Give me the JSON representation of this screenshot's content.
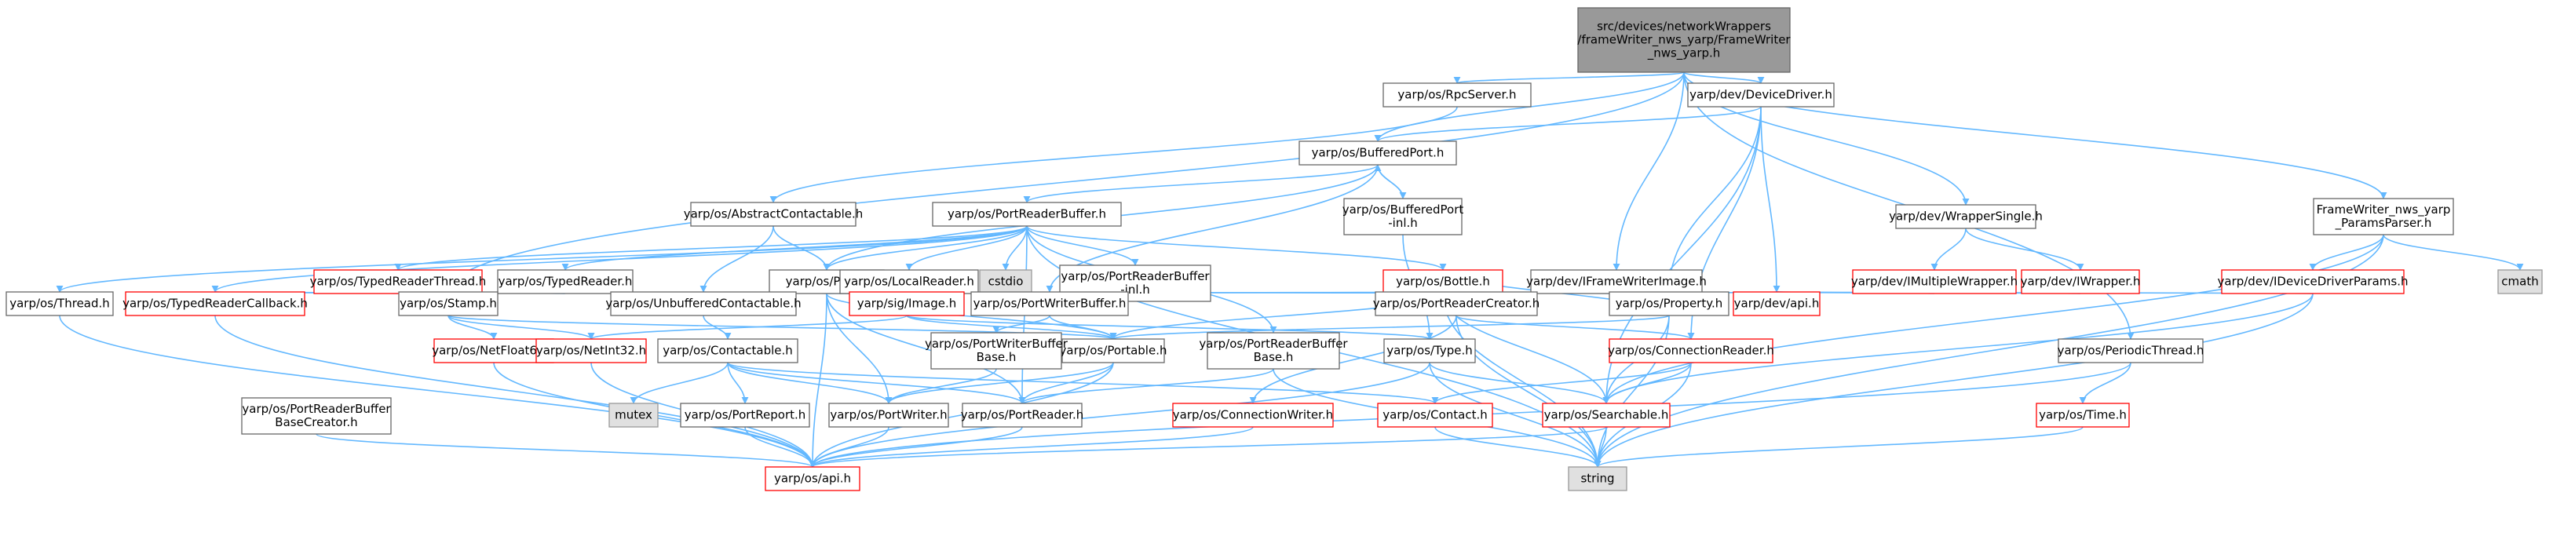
{
  "colors": {
    "edge": "#63b8ff",
    "node_border": "#666666",
    "node_fill": "#ffffff",
    "missing_border": "#ff0000",
    "external_fill": "#e0e0e0",
    "external_border": "#999999",
    "root_fill": "#999999",
    "text": "#000000"
  },
  "nodes": [
    {
      "id": "root",
      "kind": "root",
      "lines": [
        "src/devices/networkWrappers",
        "/frameWriter_nws_yarp/FrameWriter",
        "_nws_yarp.h"
      ]
    },
    {
      "id": "rpcserver",
      "kind": "normal",
      "lines": [
        "yarp/os/RpcServer.h"
      ]
    },
    {
      "id": "devicedriver",
      "kind": "normal",
      "lines": [
        "yarp/dev/DeviceDriver.h"
      ]
    },
    {
      "id": "bufferedport",
      "kind": "normal",
      "lines": [
        "yarp/os/BufferedPort.h"
      ]
    },
    {
      "id": "bufferedportinl",
      "kind": "normal",
      "lines": [
        "yarp/os/BufferedPort",
        "-inl.h"
      ]
    },
    {
      "id": "abstractcontactable",
      "kind": "normal",
      "lines": [
        "yarp/os/AbstractContactable.h"
      ]
    },
    {
      "id": "portreaderbuffer",
      "kind": "normal",
      "lines": [
        "yarp/os/PortReaderBuffer.h"
      ]
    },
    {
      "id": "wrappersingle",
      "kind": "normal",
      "lines": [
        "yarp/dev/WrapperSingle.h"
      ]
    },
    {
      "id": "paramsparser",
      "kind": "normal",
      "lines": [
        "FrameWriter_nws_yarp",
        "_ParamsParser.h"
      ]
    },
    {
      "id": "typedreaderthread",
      "kind": "missing",
      "lines": [
        "yarp/os/TypedReaderThread.h"
      ]
    },
    {
      "id": "typedreader",
      "kind": "normal",
      "lines": [
        "yarp/os/TypedReader.h"
      ]
    },
    {
      "id": "port",
      "kind": "normal",
      "lines": [
        "yarp/os/Port.h"
      ]
    },
    {
      "id": "localreader",
      "kind": "normal",
      "lines": [
        "yarp/os/LocalReader.h"
      ]
    },
    {
      "id": "cstdio",
      "kind": "external",
      "lines": [
        "cstdio"
      ]
    },
    {
      "id": "prbinl",
      "kind": "normal",
      "lines": [
        "yarp/os/PortReaderBuffer",
        "-inl.h"
      ]
    },
    {
      "id": "bottle",
      "kind": "missing",
      "lines": [
        "yarp/os/Bottle.h"
      ]
    },
    {
      "id": "iframewriterimage",
      "kind": "normal",
      "lines": [
        "yarp/dev/IFrameWriterImage.h"
      ]
    },
    {
      "id": "imultiplewrapper",
      "kind": "missing",
      "lines": [
        "yarp/dev/IMultipleWrapper.h"
      ]
    },
    {
      "id": "iwrapper",
      "kind": "missing",
      "lines": [
        "yarp/dev/IWrapper.h"
      ]
    },
    {
      "id": "ideviceparams",
      "kind": "missing",
      "lines": [
        "yarp/dev/IDeviceDriverParams.h"
      ]
    },
    {
      "id": "cmath",
      "kind": "external",
      "lines": [
        "cmath"
      ]
    },
    {
      "id": "thread",
      "kind": "normal",
      "lines": [
        "yarp/os/Thread.h"
      ]
    },
    {
      "id": "typedreadercallback",
      "kind": "missing",
      "lines": [
        "yarp/os/TypedReaderCallback.h"
      ]
    },
    {
      "id": "stamp",
      "kind": "normal",
      "lines": [
        "yarp/os/Stamp.h"
      ]
    },
    {
      "id": "unbufferedcontactable",
      "kind": "normal",
      "lines": [
        "yarp/os/UnbufferedContactable.h"
      ]
    },
    {
      "id": "image",
      "kind": "missing",
      "lines": [
        "yarp/sig/Image.h"
      ]
    },
    {
      "id": "portwriterbuffer",
      "kind": "normal",
      "lines": [
        "yarp/os/PortWriterBuffer.h"
      ]
    },
    {
      "id": "portreadercreator",
      "kind": "normal",
      "lines": [
        "yarp/os/PortReaderCreator.h"
      ]
    },
    {
      "id": "property",
      "kind": "normal",
      "lines": [
        "yarp/os/Property.h"
      ]
    },
    {
      "id": "devapi",
      "kind": "missing",
      "lines": [
        "yarp/dev/api.h"
      ]
    },
    {
      "id": "netfloat64",
      "kind": "missing",
      "lines": [
        "yarp/os/NetFloat64.h"
      ]
    },
    {
      "id": "netint32",
      "kind": "missing",
      "lines": [
        "yarp/os/NetInt32.h"
      ]
    },
    {
      "id": "contactable",
      "kind": "normal",
      "lines": [
        "yarp/os/Contactable.h"
      ]
    },
    {
      "id": "portable",
      "kind": "normal",
      "lines": [
        "yarp/os/Portable.h"
      ]
    },
    {
      "id": "pwbbase",
      "kind": "normal",
      "lines": [
        "yarp/os/PortWriterBuffer",
        "Base.h"
      ]
    },
    {
      "id": "prbbase",
      "kind": "normal",
      "lines": [
        "yarp/os/PortReaderBuffer",
        "Base.h"
      ]
    },
    {
      "id": "type",
      "kind": "normal",
      "lines": [
        "yarp/os/Type.h"
      ]
    },
    {
      "id": "connectionreader",
      "kind": "missing",
      "lines": [
        "yarp/os/ConnectionReader.h"
      ]
    },
    {
      "id": "periodicthread",
      "kind": "normal",
      "lines": [
        "yarp/os/PeriodicThread.h"
      ]
    },
    {
      "id": "prbbasecreator",
      "kind": "normal",
      "lines": [
        "yarp/os/PortReaderBuffer",
        "BaseCreator.h"
      ]
    },
    {
      "id": "mutex",
      "kind": "external",
      "lines": [
        "mutex"
      ]
    },
    {
      "id": "portreport",
      "kind": "normal",
      "lines": [
        "yarp/os/PortReport.h"
      ]
    },
    {
      "id": "portwriter",
      "kind": "normal",
      "lines": [
        "yarp/os/PortWriter.h"
      ]
    },
    {
      "id": "portreader",
      "kind": "normal",
      "lines": [
        "yarp/os/PortReader.h"
      ]
    },
    {
      "id": "connectionwriter",
      "kind": "missing",
      "lines": [
        "yarp/os/ConnectionWriter.h"
      ]
    },
    {
      "id": "contact",
      "kind": "missing",
      "lines": [
        "yarp/os/Contact.h"
      ]
    },
    {
      "id": "searchable",
      "kind": "missing",
      "lines": [
        "yarp/os/Searchable.h"
      ]
    },
    {
      "id": "time",
      "kind": "missing",
      "lines": [
        "yarp/os/Time.h"
      ]
    },
    {
      "id": "osapi",
      "kind": "missing",
      "lines": [
        "yarp/os/api.h"
      ]
    },
    {
      "id": "string",
      "kind": "external",
      "lines": [
        "string"
      ]
    }
  ],
  "edges": [
    [
      "root",
      "rpcserver"
    ],
    [
      "root",
      "devicedriver"
    ],
    [
      "root",
      "bufferedport"
    ],
    [
      "root",
      "wrappersingle"
    ],
    [
      "root",
      "paramsparser"
    ],
    [
      "root",
      "iframewriterimage"
    ],
    [
      "root",
      "stamp"
    ],
    [
      "root",
      "periodicthread"
    ],
    [
      "rpcserver",
      "abstractcontactable"
    ],
    [
      "devicedriver",
      "bufferedport"
    ],
    [
      "devicedriver",
      "devapi"
    ],
    [
      "devicedriver",
      "property"
    ],
    [
      "devicedriver",
      "connectionreader"
    ],
    [
      "devicedriver",
      "searchable"
    ],
    [
      "bufferedport",
      "bufferedportinl"
    ],
    [
      "bufferedport",
      "portreaderbuffer"
    ],
    [
      "bufferedport",
      "port"
    ],
    [
      "bufferedport",
      "portwriterbuffer"
    ],
    [
      "bufferedportinl",
      "bufferedport"
    ],
    [
      "bufferedportinl",
      "type"
    ],
    [
      "abstractcontactable",
      "port"
    ],
    [
      "abstractcontactable",
      "unbufferedcontactable"
    ],
    [
      "portreaderbuffer",
      "typedreaderthread"
    ],
    [
      "portreaderbuffer",
      "typedreader"
    ],
    [
      "portreaderbuffer",
      "port"
    ],
    [
      "portreaderbuffer",
      "localreader"
    ],
    [
      "portreaderbuffer",
      "cstdio"
    ],
    [
      "portreaderbuffer",
      "prbinl"
    ],
    [
      "portreaderbuffer",
      "bottle"
    ],
    [
      "portreaderbuffer",
      "thread"
    ],
    [
      "portreaderbuffer",
      "typedreadercallback"
    ],
    [
      "portreaderbuffer",
      "prbbase"
    ],
    [
      "portreaderbuffer",
      "portreader"
    ],
    [
      "portreaderbuffer",
      "string"
    ],
    [
      "wrappersingle",
      "imultiplewrapper"
    ],
    [
      "wrappersingle",
      "iwrapper"
    ],
    [
      "paramsparser",
      "ideviceparams"
    ],
    [
      "paramsparser",
      "cmath"
    ],
    [
      "paramsparser",
      "searchable"
    ],
    [
      "paramsparser",
      "string"
    ],
    [
      "typedreaderthread",
      "typedreadercallback"
    ],
    [
      "typedreader",
      "typedreadercallback"
    ],
    [
      "port",
      "unbufferedcontactable"
    ],
    [
      "port",
      "portreadercreator"
    ],
    [
      "port",
      "portable"
    ],
    [
      "port",
      "portwriter"
    ],
    [
      "port",
      "portreader"
    ],
    [
      "port",
      "osapi"
    ],
    [
      "bottle",
      "portable"
    ],
    [
      "bottle",
      "property"
    ],
    [
      "bottle",
      "searchable"
    ],
    [
      "bottle",
      "string"
    ],
    [
      "iframewriterimage",
      "image"
    ],
    [
      "iframewriterimage",
      "devapi"
    ],
    [
      "imultiplewrapper",
      "devapi"
    ],
    [
      "iwrapper",
      "devapi"
    ],
    [
      "ideviceparams",
      "devapi"
    ],
    [
      "ideviceparams",
      "searchable"
    ],
    [
      "ideviceparams",
      "string"
    ],
    [
      "thread",
      "osapi"
    ],
    [
      "typedreadercallback",
      "osapi"
    ],
    [
      "stamp",
      "portable"
    ],
    [
      "stamp",
      "netfloat64"
    ],
    [
      "stamp",
      "netint32"
    ],
    [
      "unbufferedcontactable",
      "contactable"
    ],
    [
      "image",
      "portable"
    ],
    [
      "image",
      "type"
    ],
    [
      "image",
      "netint32"
    ],
    [
      "portwriterbuffer",
      "pwbbase"
    ],
    [
      "portwriterbuffer",
      "portable"
    ],
    [
      "portreadercreator",
      "connectionreader"
    ],
    [
      "portreadercreator",
      "connectionwriter"
    ],
    [
      "portreadercreator",
      "string"
    ],
    [
      "property",
      "bottle"
    ],
    [
      "property",
      "searchable"
    ],
    [
      "property",
      "portable"
    ],
    [
      "property",
      "string"
    ],
    [
      "netfloat64",
      "osapi"
    ],
    [
      "netint32",
      "osapi"
    ],
    [
      "contactable",
      "mutex"
    ],
    [
      "contactable",
      "portreport"
    ],
    [
      "contactable",
      "portwriter"
    ],
    [
      "contactable",
      "portreader"
    ],
    [
      "contactable",
      "contact"
    ],
    [
      "portable",
      "portwriter"
    ],
    [
      "portable",
      "portreader"
    ],
    [
      "portable",
      "osapi"
    ],
    [
      "pwbbase",
      "portwriter"
    ],
    [
      "prbbase",
      "portreader"
    ],
    [
      "prbbase",
      "string"
    ],
    [
      "type",
      "searchable"
    ],
    [
      "type",
      "string"
    ],
    [
      "type",
      "osapi"
    ],
    [
      "connectionreader",
      "contact"
    ],
    [
      "connectionreader",
      "searchable"
    ],
    [
      "connectionreader",
      "string"
    ],
    [
      "periodicthread",
      "time"
    ],
    [
      "periodicthread",
      "osapi"
    ],
    [
      "prbbasecreator",
      "osapi"
    ],
    [
      "portreport",
      "osapi"
    ],
    [
      "portwriter",
      "osapi"
    ],
    [
      "portreader",
      "osapi"
    ],
    [
      "connectionwriter",
      "osapi"
    ],
    [
      "contact",
      "string"
    ],
    [
      "searchable",
      "osapi"
    ],
    [
      "searchable",
      "string"
    ],
    [
      "time",
      "string"
    ]
  ]
}
